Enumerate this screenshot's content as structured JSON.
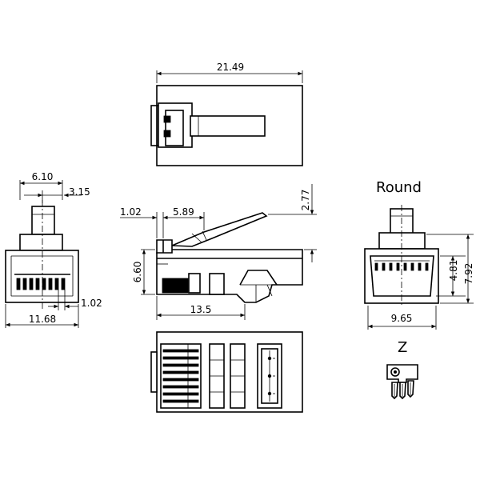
{
  "labels": {
    "round": "Round",
    "z": "Z"
  },
  "dimensions": {
    "top_width": "21.49",
    "front_overall": "6.10",
    "front_half": "3.15",
    "front_width": "11.68",
    "front_pitch": "1.02",
    "side_tip": "1.02",
    "side_latch": "5.89",
    "side_height": "6.60",
    "side_length": "13.5",
    "side_latch_height": "2.77",
    "round_inner_height": "4.81",
    "round_outer_height": "7.92",
    "round_width": "9.65"
  }
}
